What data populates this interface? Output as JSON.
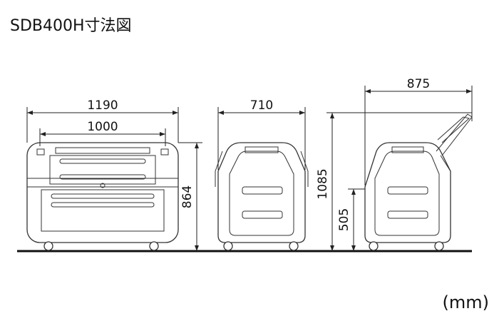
{
  "title": "SDB400H寸法図",
  "unit": "(mm)",
  "dimensions": {
    "front_overall_width": "1190",
    "front_opening_width": "1000",
    "front_height": "864",
    "side_width": "710",
    "open_depth": "875",
    "open_height": "1085",
    "hinge_height": "505"
  }
}
